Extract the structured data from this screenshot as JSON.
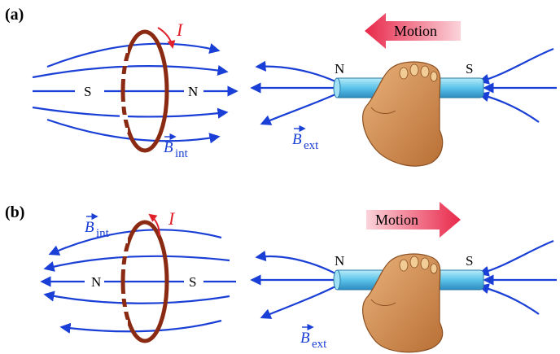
{
  "panels": [
    {
      "tag": "(a)",
      "motion_label": "Motion",
      "motion_direction": "left",
      "loop_pole_left": "S",
      "loop_pole_right": "N",
      "current_symbol": "I",
      "field_int_symbol": "B",
      "field_int_subscript": "int",
      "magnet_pole_left": "N",
      "magnet_pole_right": "S",
      "field_ext_symbol": "B",
      "field_ext_subscript": "ext"
    },
    {
      "tag": "(b)",
      "motion_label": "Motion",
      "motion_direction": "right",
      "loop_pole_left": "N",
      "loop_pole_right": "S",
      "current_symbol": "I",
      "field_int_symbol": "B",
      "field_int_subscript": "int",
      "magnet_pole_left": "N",
      "magnet_pole_right": "S",
      "field_ext_symbol": "B",
      "field_ext_subscript": "ext"
    }
  ],
  "colors": {
    "field_lines": "#1a3fd6",
    "loop": "#8b2a12",
    "current": "#e0202a",
    "motion_arrow": "#e8284a",
    "magnet": "#62c8ec",
    "hand": "#d99a5c"
  }
}
